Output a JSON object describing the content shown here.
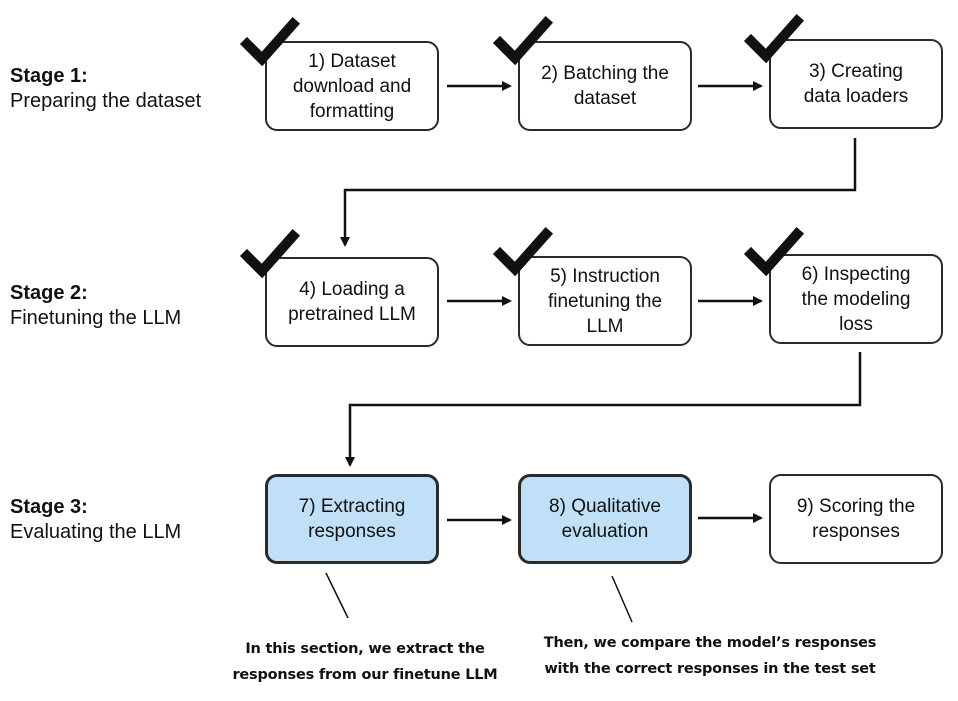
{
  "stages": [
    {
      "title": "Stage 1:",
      "description": "Preparing the dataset"
    },
    {
      "title": "Stage 2:",
      "description": "Finetuning the LLM"
    },
    {
      "title": "Stage 3:",
      "description": "Evaluating the LLM"
    }
  ],
  "steps": [
    {
      "label": "1) Dataset\ndownload and\nformatting",
      "completed": true,
      "highlighted": false
    },
    {
      "label": "2) Batching the\ndataset",
      "completed": true,
      "highlighted": false
    },
    {
      "label": "3) Creating\ndata loaders",
      "completed": true,
      "highlighted": false
    },
    {
      "label": "4) Loading a\npretrained LLM",
      "completed": true,
      "highlighted": false
    },
    {
      "label": "5) Instruction\nfinetuning the\nLLM",
      "completed": true,
      "highlighted": false
    },
    {
      "label": "6) Inspecting\nthe modeling\nloss",
      "completed": true,
      "highlighted": false
    },
    {
      "label": "7) Extracting\nresponses",
      "completed": false,
      "highlighted": true
    },
    {
      "label": "8) Qualitative\nevaluation",
      "completed": false,
      "highlighted": true
    },
    {
      "label": "9) Scoring the\nresponses",
      "completed": false,
      "highlighted": false
    }
  ],
  "annotations": [
    {
      "text": "In this section, we extract the\nresponses from our finetune LLM"
    },
    {
      "text": "Then, we compare the model’s responses\nwith the correct responses in the test set"
    }
  ],
  "colors": {
    "highlight_fill": "#bfe0f7",
    "stroke": "#111111",
    "checkmark": "#111111"
  }
}
